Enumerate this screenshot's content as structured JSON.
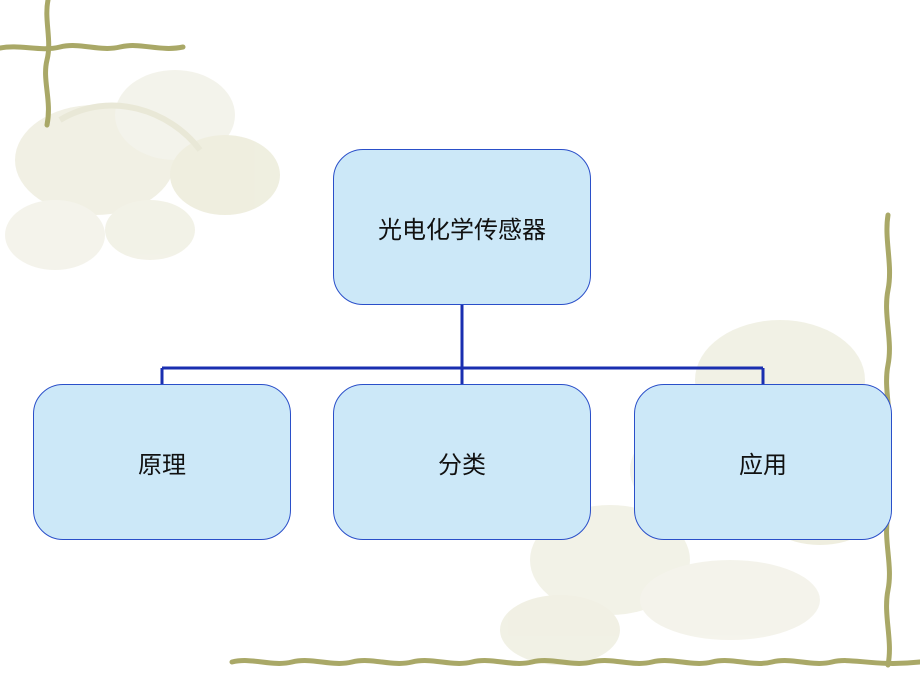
{
  "diagram": {
    "root": {
      "label": "光电化学传感器"
    },
    "children": [
      {
        "label": "原理"
      },
      {
        "label": "分类"
      },
      {
        "label": "应用"
      }
    ]
  },
  "colors": {
    "node_fill": "#cce8f8",
    "node_border": "#2a4fc9",
    "connector": "#1a2fb0",
    "vine": "#a9a867",
    "blossom": "#e6e5cf"
  }
}
